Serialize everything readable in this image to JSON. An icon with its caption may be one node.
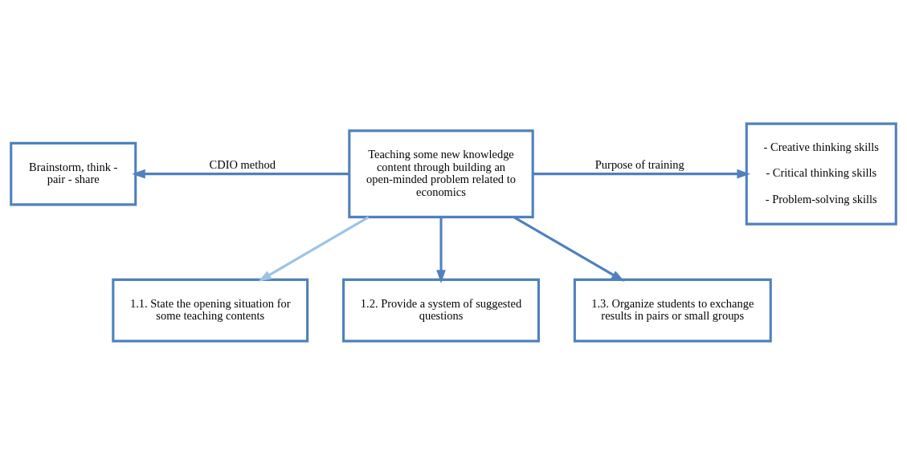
{
  "diagram": {
    "nodes": [
      {
        "text": [
          "Brainstorm, think - pair - share"
        ]
      },
      {
        "text": [
          "Teaching some new knowledge content through building an open-minded problem related to economics"
        ]
      },
      {
        "text": [
          "- Creative thinking skills",
          "- Critical thinking skills",
          "- Problem-solving skills"
        ]
      },
      {
        "text": [
          "1.1. State the opening situation for some teaching contents"
        ]
      },
      {
        "text": [
          "1.2. Provide a system of suggested questions"
        ]
      },
      {
        "text": [
          "1.3. Organize students to exchange results in pairs or small groups"
        ]
      }
    ],
    "edges": [
      {
        "from": 1,
        "to": 0,
        "arrow": "to",
        "label": "CDIO method"
      },
      {
        "from": 1,
        "to": 2,
        "arrow": "to",
        "label": "Purpose of training"
      },
      {
        "from": 1,
        "to": 3,
        "arrow": "to",
        "color": "#9dc3e6"
      },
      {
        "from": 1,
        "to": 4,
        "arrow": "to"
      },
      {
        "from": 1,
        "to": 5,
        "arrow": "to"
      }
    ]
  }
}
